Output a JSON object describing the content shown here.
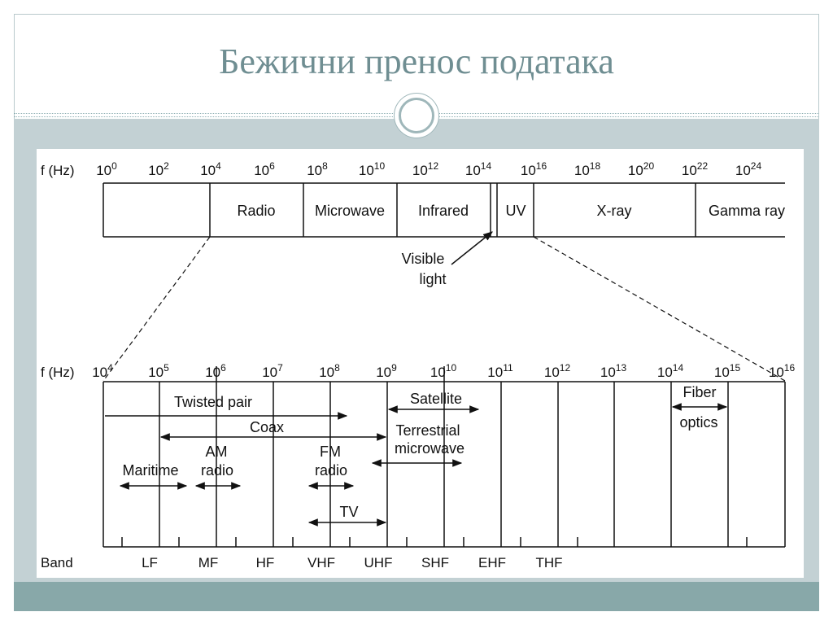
{
  "slide": {
    "title": "Бежични пренос података"
  },
  "colors": {
    "title": "#6f8e92",
    "background_band": "#c3d1d4",
    "footer": "#88a8a9"
  },
  "spectrum_top": {
    "axis_label": "f (Hz)",
    "ticks": [
      {
        "base": "10",
        "exp": "0"
      },
      {
        "base": "10",
        "exp": "2"
      },
      {
        "base": "10",
        "exp": "4"
      },
      {
        "base": "10",
        "exp": "6"
      },
      {
        "base": "10",
        "exp": "8"
      },
      {
        "base": "10",
        "exp": "10"
      },
      {
        "base": "10",
        "exp": "12"
      },
      {
        "base": "10",
        "exp": "14"
      },
      {
        "base": "10",
        "exp": "16"
      },
      {
        "base": "10",
        "exp": "18"
      },
      {
        "base": "10",
        "exp": "20"
      },
      {
        "base": "10",
        "exp": "22"
      },
      {
        "base": "10",
        "exp": "24"
      }
    ],
    "regions": [
      "Radio",
      "Microwave",
      "Infrared",
      "UV",
      "X-ray",
      "Gamma ray"
    ],
    "visible_light": [
      "Visible",
      "light"
    ]
  },
  "spectrum_bottom": {
    "axis_label": "f (Hz)",
    "ticks": [
      {
        "base": "10",
        "exp": "4"
      },
      {
        "base": "10",
        "exp": "5"
      },
      {
        "base": "10",
        "exp": "6"
      },
      {
        "base": "10",
        "exp": "7"
      },
      {
        "base": "10",
        "exp": "8"
      },
      {
        "base": "10",
        "exp": "9"
      },
      {
        "base": "10",
        "exp": "10"
      },
      {
        "base": "10",
        "exp": "11"
      },
      {
        "base": "10",
        "exp": "12"
      },
      {
        "base": "10",
        "exp": "13"
      },
      {
        "base": "10",
        "exp": "14"
      },
      {
        "base": "10",
        "exp": "15"
      },
      {
        "base": "10",
        "exp": "16"
      }
    ],
    "media": {
      "twisted_pair": "Twisted pair",
      "coax": "Coax",
      "satellite": "Satellite",
      "terrestrial": [
        "Terrestrial",
        "microwave"
      ],
      "maritime": "Maritime",
      "am_radio": [
        "AM",
        "radio"
      ],
      "fm_radio": [
        "FM",
        "radio"
      ],
      "tv": "TV",
      "fiber": [
        "Fiber",
        "optics"
      ]
    },
    "band_label": "Band",
    "bands": [
      "LF",
      "MF",
      "HF",
      "VHF",
      "UHF",
      "SHF",
      "EHF",
      "THF"
    ]
  }
}
